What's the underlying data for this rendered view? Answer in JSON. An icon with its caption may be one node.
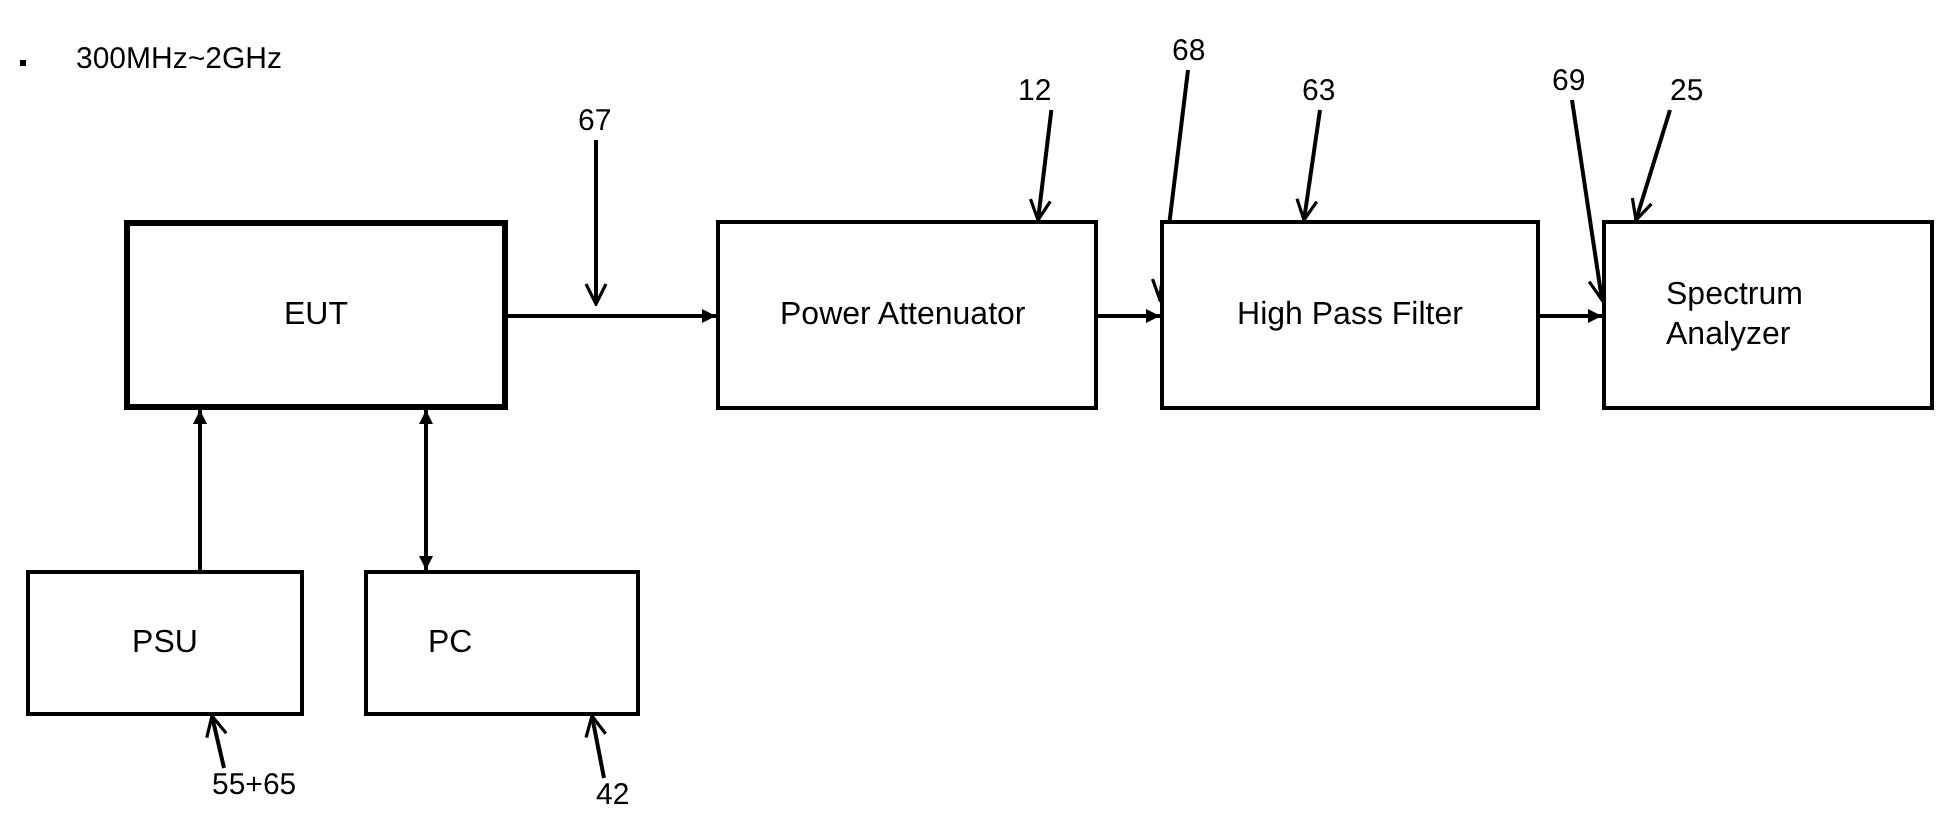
{
  "diagram": {
    "nodes": [
      {
        "text": [
          "EUT"
        ]
      },
      {
        "text": [
          "Power Attenuator"
        ]
      },
      {
        "text": [
          "High Pass Filter"
        ]
      },
      {
        "text": [
          "Spectrum Analyzer"
        ]
      },
      {
        "text": [
          "PSU"
        ]
      },
      {
        "text": [
          "PC"
        ]
      },
      {
        "text": [
          "67"
        ]
      },
      {
        "text": [
          "12"
        ]
      },
      {
        "text": [
          "68"
        ]
      },
      {
        "text": [
          "63"
        ]
      },
      {
        "text": [
          "69"
        ]
      },
      {
        "text": [
          "25"
        ]
      },
      {
        "text": [
          "55+65"
        ]
      },
      {
        "text": [
          "42"
        ]
      }
    ],
    "edges": [
      {
        "from": 0,
        "to": 1,
        "arrow": "to"
      },
      {
        "from": 1,
        "to": 2,
        "arrow": "to"
      },
      {
        "from": 2,
        "to": 3,
        "arrow": "to"
      },
      {
        "from": 4,
        "to": 0,
        "arrow": "to"
      },
      {
        "from": 5,
        "to": 0,
        "arrow": "both"
      },
      {
        "from": 6,
        "to": null,
        "arrow": "to"
      },
      {
        "from": 7,
        "to": 1,
        "arrow": "to"
      },
      {
        "from": 8,
        "to": 2,
        "arrow": "to"
      },
      {
        "from": 9,
        "to": 2,
        "arrow": "to"
      },
      {
        "from": 10,
        "to": 3,
        "arrow": "to"
      },
      {
        "from": 11,
        "to": 3,
        "arrow": "to"
      },
      {
        "from": 12,
        "to": 4,
        "arrow": "to"
      },
      {
        "from": 13,
        "to": 5,
        "arrow": "to"
      }
    ],
    "labels": [
      "300MHz~2GHz"
    ]
  }
}
